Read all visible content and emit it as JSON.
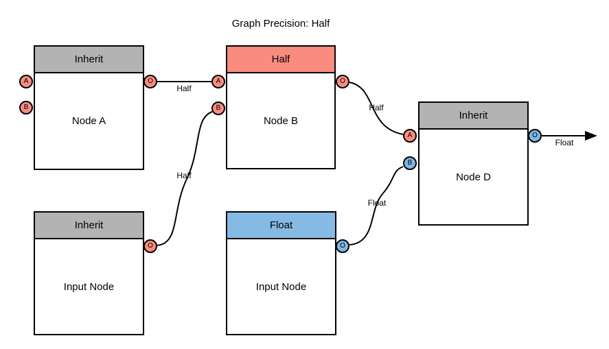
{
  "title": "Graph Precision: Half",
  "colors": {
    "header_gray": "#b3b3b3",
    "header_salmon": "#f98c7e",
    "header_blue": "#85bae4",
    "port_salmon": "#f98c7e",
    "port_blue": "#7db7e6",
    "line": "#000000",
    "node_fill": "#ffffff"
  },
  "nodes": [
    {
      "id": "node-a",
      "header": "Inherit",
      "header_color": "gray",
      "body": "Node A",
      "ports": [
        {
          "letter": "A",
          "color": "salmon",
          "kind": "input"
        },
        {
          "letter": "B",
          "color": "salmon",
          "kind": "input"
        },
        {
          "letter": "O",
          "color": "salmon",
          "kind": "output"
        }
      ]
    },
    {
      "id": "node-b",
      "header": "Half",
      "header_color": "salmon",
      "body": "Node B",
      "ports": [
        {
          "letter": "A",
          "color": "salmon",
          "kind": "input"
        },
        {
          "letter": "B",
          "color": "salmon",
          "kind": "input"
        },
        {
          "letter": "O",
          "color": "salmon",
          "kind": "output"
        }
      ]
    },
    {
      "id": "node-d",
      "header": "Inherit",
      "header_color": "gray",
      "body": "Node D",
      "ports": [
        {
          "letter": "A",
          "color": "salmon",
          "kind": "input"
        },
        {
          "letter": "B",
          "color": "blue",
          "kind": "input"
        },
        {
          "letter": "O",
          "color": "blue",
          "kind": "output"
        }
      ]
    },
    {
      "id": "input-node-left",
      "header": "Inherit",
      "header_color": "gray",
      "body": "Input Node",
      "ports": [
        {
          "letter": "O",
          "color": "salmon",
          "kind": "output"
        }
      ]
    },
    {
      "id": "input-node-center",
      "header": "Float",
      "header_color": "blue",
      "body": "Input Node",
      "ports": [
        {
          "letter": "O",
          "color": "blue",
          "kind": "output"
        }
      ]
    }
  ],
  "edges": [
    {
      "label": "Half",
      "from": "node-a:O",
      "to": "node-b:A"
    },
    {
      "label": "Half",
      "from": "input-node-left:O",
      "to": "node-b:B"
    },
    {
      "label": "Half",
      "from": "node-b:O",
      "to": "node-d:A"
    },
    {
      "label": "Float",
      "from": "input-node-center:O",
      "to": "node-d:B"
    },
    {
      "label": "Float",
      "from": "node-d:O",
      "to": "graph-output-arrow"
    }
  ]
}
